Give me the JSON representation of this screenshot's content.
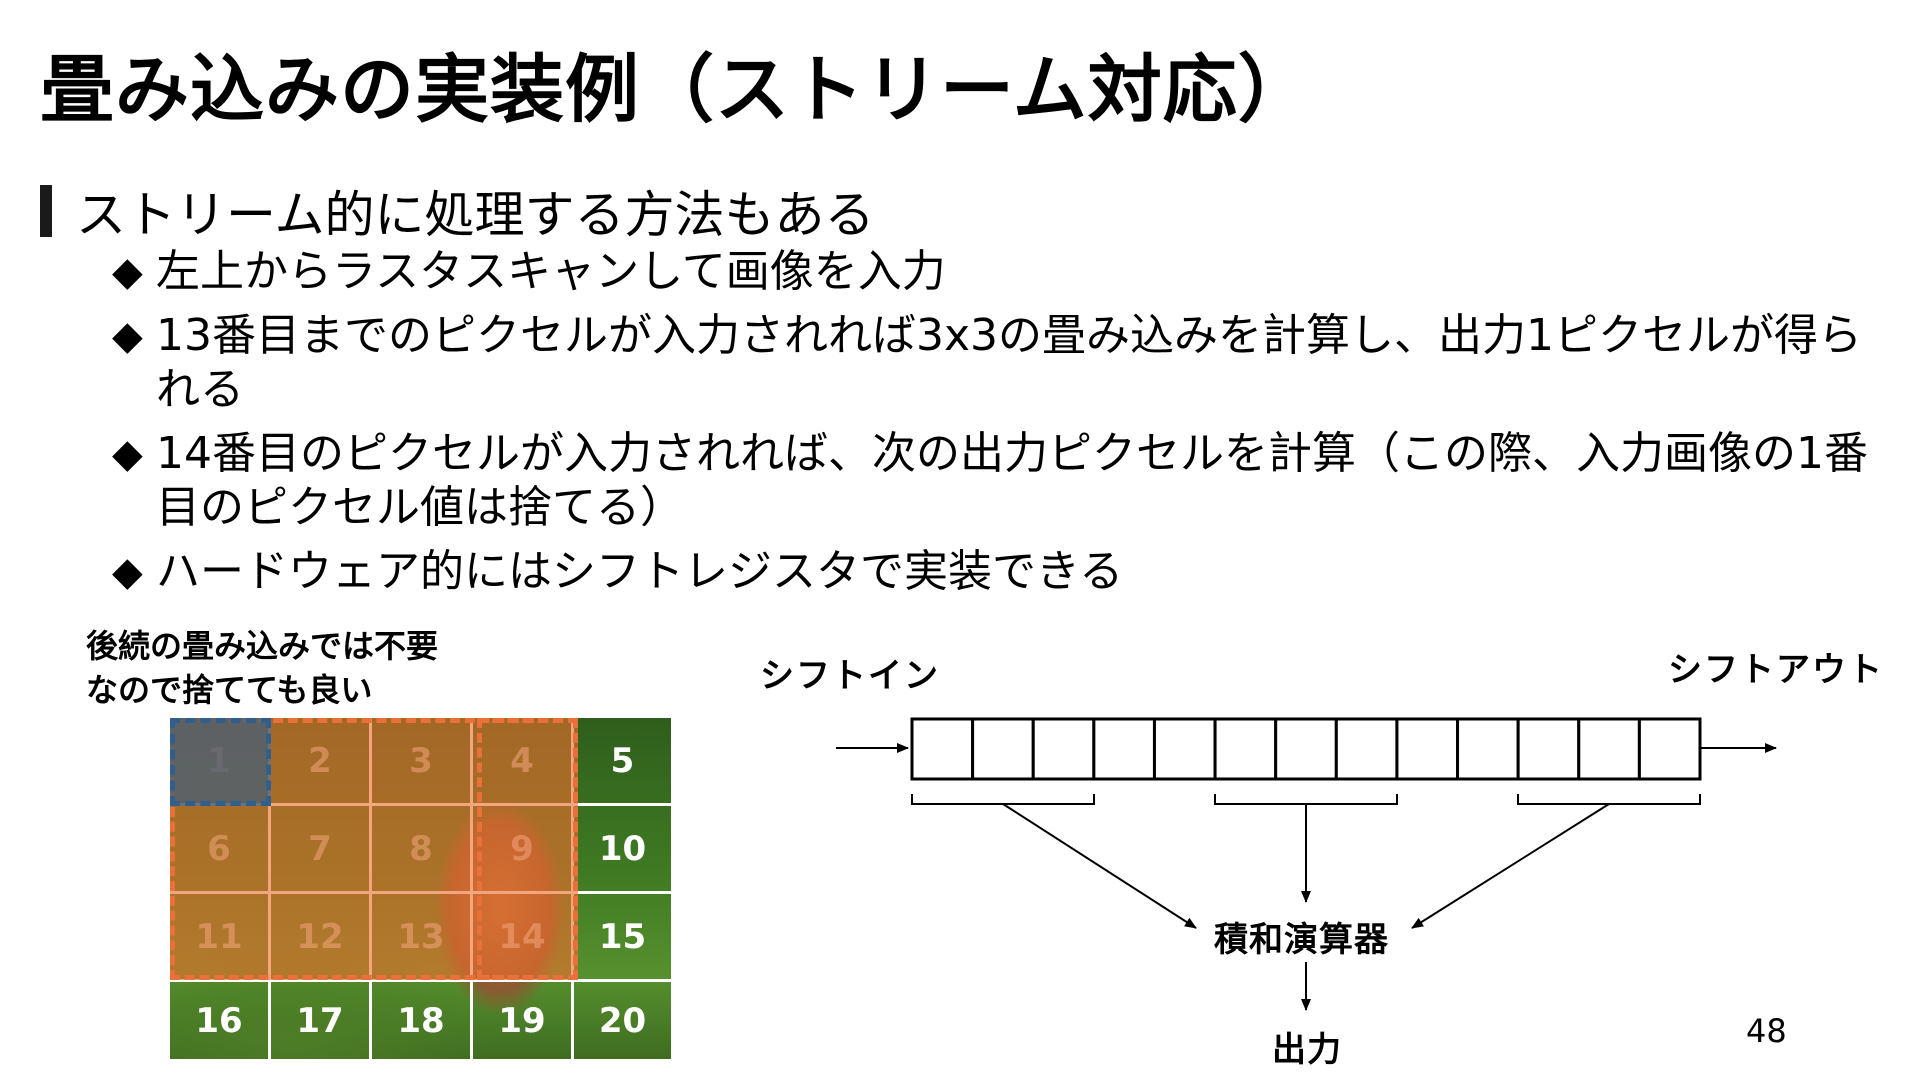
{
  "title": "畳み込みの実装例（ストリーム対応）",
  "level1": "ストリーム的に処理する方法もある",
  "bullet_marker": "◆",
  "bullets": [
    "左上からラスタスキャンして画像を入力",
    "13番目までのピクセルが入力されれば3x3の畳み込みを計算し、出力1ピクセルが得られる",
    "14番目のピクセルが入力されれば、次の出力ピクセルを計算（この際、入力画像の1番目のピクセル値は捨てる）",
    "ハードウェア的にはシフトレジスタで実装できる"
  ],
  "note": [
    "後続の畳み込みでは不要",
    "なので捨てても良い"
  ],
  "grid_cells": [
    "1",
    "2",
    "3",
    "4",
    "5",
    "6",
    "7",
    "8",
    "9",
    "10",
    "11",
    "12",
    "13",
    "14",
    "15",
    "16",
    "17",
    "18",
    "19",
    "20"
  ],
  "diagram": {
    "shift_in": "シフトイン",
    "shift_out": "シフトアウト",
    "mac": "積和演算器",
    "output": "出力",
    "register_count": 13
  },
  "page_number": "48",
  "colors": {
    "window_overlay": "#e8703a",
    "discard_overlay": "#2f5f8a",
    "grass": "#3f7a22"
  }
}
